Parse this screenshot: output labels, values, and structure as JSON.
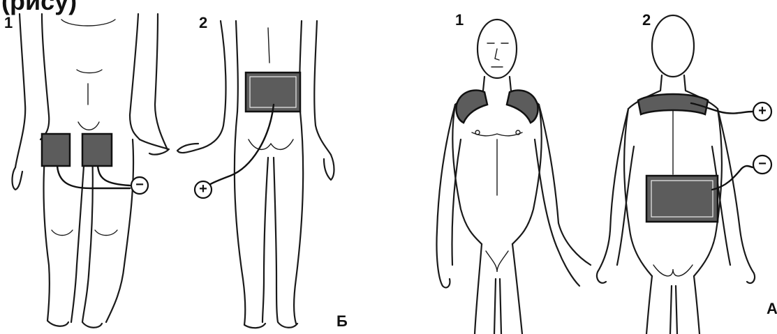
{
  "header": {
    "title_fragment": "(рису)"
  },
  "panel_b": {
    "figure_1_label": "1",
    "figure_2_label": "2",
    "corner_label": "Б",
    "terminal_minus": "−",
    "terminal_plus": "+"
  },
  "panel_a": {
    "figure_1_label": "1",
    "figure_2_label": "2",
    "corner_label": "А",
    "terminal_plus": "+",
    "terminal_minus": "−"
  }
}
